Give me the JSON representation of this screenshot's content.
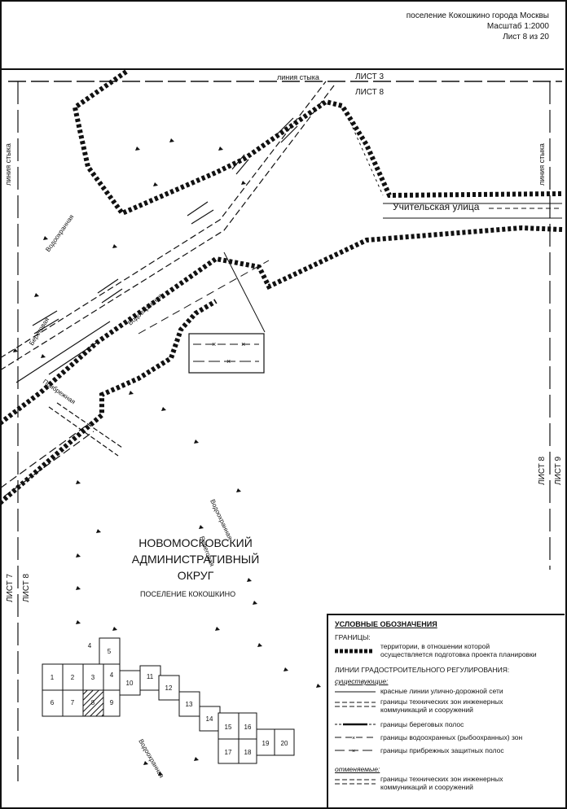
{
  "header": {
    "line1": "поселение Кокошкино города Москвы",
    "line2": "Масштаб 1:2000",
    "line3": "Лист  8 из 20"
  },
  "sheet_labels": {
    "top_upper": "ЛИСТ 3",
    "top_lower": "ЛИСТ 8",
    "junction_top": "линия стыка",
    "junction_left": "линия стыка",
    "junction_right": "линия стыка",
    "right_a": "ЛИСТ 8",
    "right_b": "ЛИСТ 9",
    "left_a": "ЛИСТ 7",
    "left_b": "ЛИСТ 8"
  },
  "map_labels": {
    "street": "Учительская улица",
    "okrug_1": "НОВОМОСКОВСКИЙ",
    "okrug_2": "АДМИНИСТРАТИВНЫЙ",
    "okrug_3": "ОКРУГ",
    "settlement": "ПОСЕЛЕНИЕ КОКОШКИНО",
    "vodo_1": "Водоохранная",
    "vodo_2": "Водоохранная",
    "vodo_3": "Водоохранная",
    "bereg_1": "Береговая",
    "bereg_2": "Береговая",
    "prib": "Прибрежная",
    "vodo_top": "Водоохранная"
  },
  "index_grid": {
    "cells": [
      "1",
      "2",
      "3",
      "4",
      "5",
      "6",
      "7",
      "8",
      "9",
      "10",
      "11",
      "12",
      "13",
      "14",
      "15",
      "16",
      "17",
      "18",
      "19",
      "20"
    ],
    "highlighted": "8"
  },
  "legend": {
    "title": "УСЛОВНЫЕ ОБОЗНАЧЕНИЯ",
    "borders_heading": "ГРАНИЦЫ:",
    "territory_1": "территории, в отношении которой",
    "territory_2": "осуществляется подготовка проекта планировки",
    "lines_heading": "ЛИНИИ ГРАДОСТРОИТЕЛЬНОГО РЕГУЛИРОВАНИЯ:",
    "existing": "существующие:",
    "red_lines": "красные линии улично-дорожной сети",
    "tech_1": "границы технических зон инженерных",
    "tech_2": "коммуникаций и сооружений",
    "shore": "границы береговых полос",
    "water": "границы водоохранных (рыбоохранных) зон",
    "coastal": "границы прибрежных защитных полос",
    "cancelled": "отменяемые:",
    "ctech_1": "границы технических зон инженерных",
    "ctech_2": "коммуникаций и сооружений"
  }
}
